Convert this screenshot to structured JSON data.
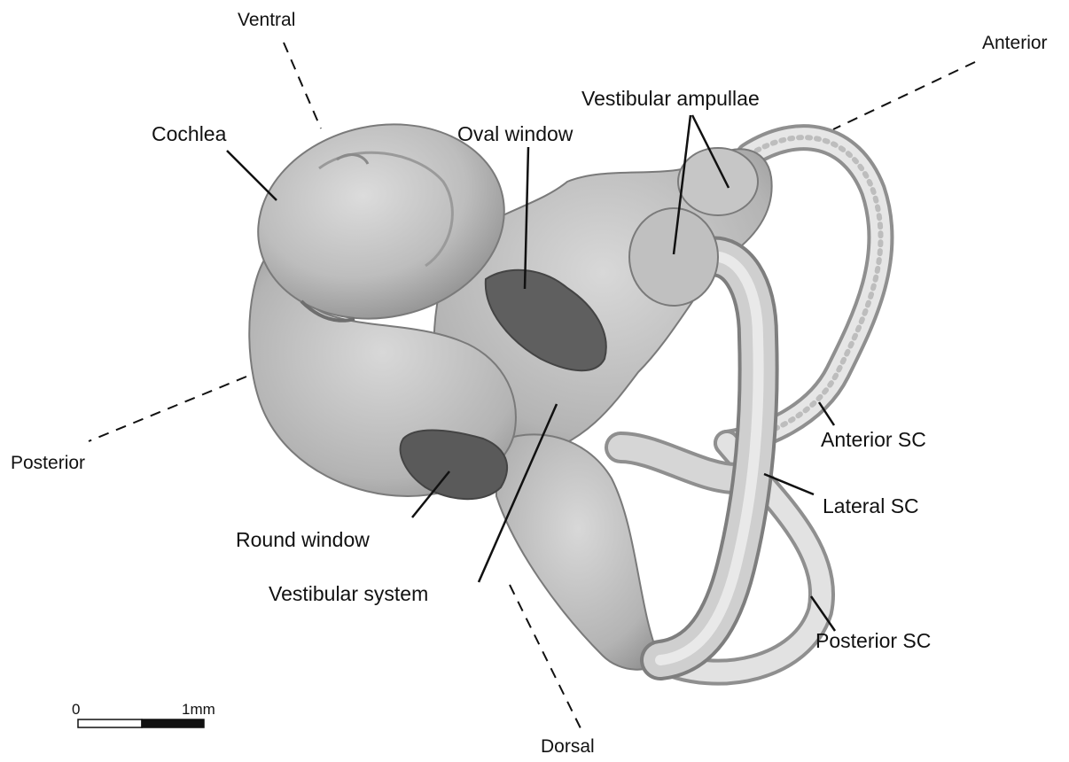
{
  "orientation": {
    "ventral": "Ventral",
    "dorsal": "Dorsal",
    "anterior": "Anterior",
    "posterior": "Posterior"
  },
  "labels": {
    "cochlea": "Cochlea",
    "oval_window": "Oval window",
    "vestibular_ampullae": "Vestibular ampullae",
    "anterior_sc": "Anterior SC",
    "lateral_sc": "Lateral SC",
    "posterior_sc": "Posterior SC",
    "round_window": "Round window",
    "vestibular_system": "Vestibular system"
  },
  "scale_bar": {
    "start_label": "0",
    "end_label": "1mm"
  },
  "colors": {
    "bone_light": "#e6e6e6",
    "bone_mid": "#bdbdbd",
    "bone_dark": "#8a8a8a",
    "window_dark": "#5f5f5f",
    "line": "#111111"
  }
}
